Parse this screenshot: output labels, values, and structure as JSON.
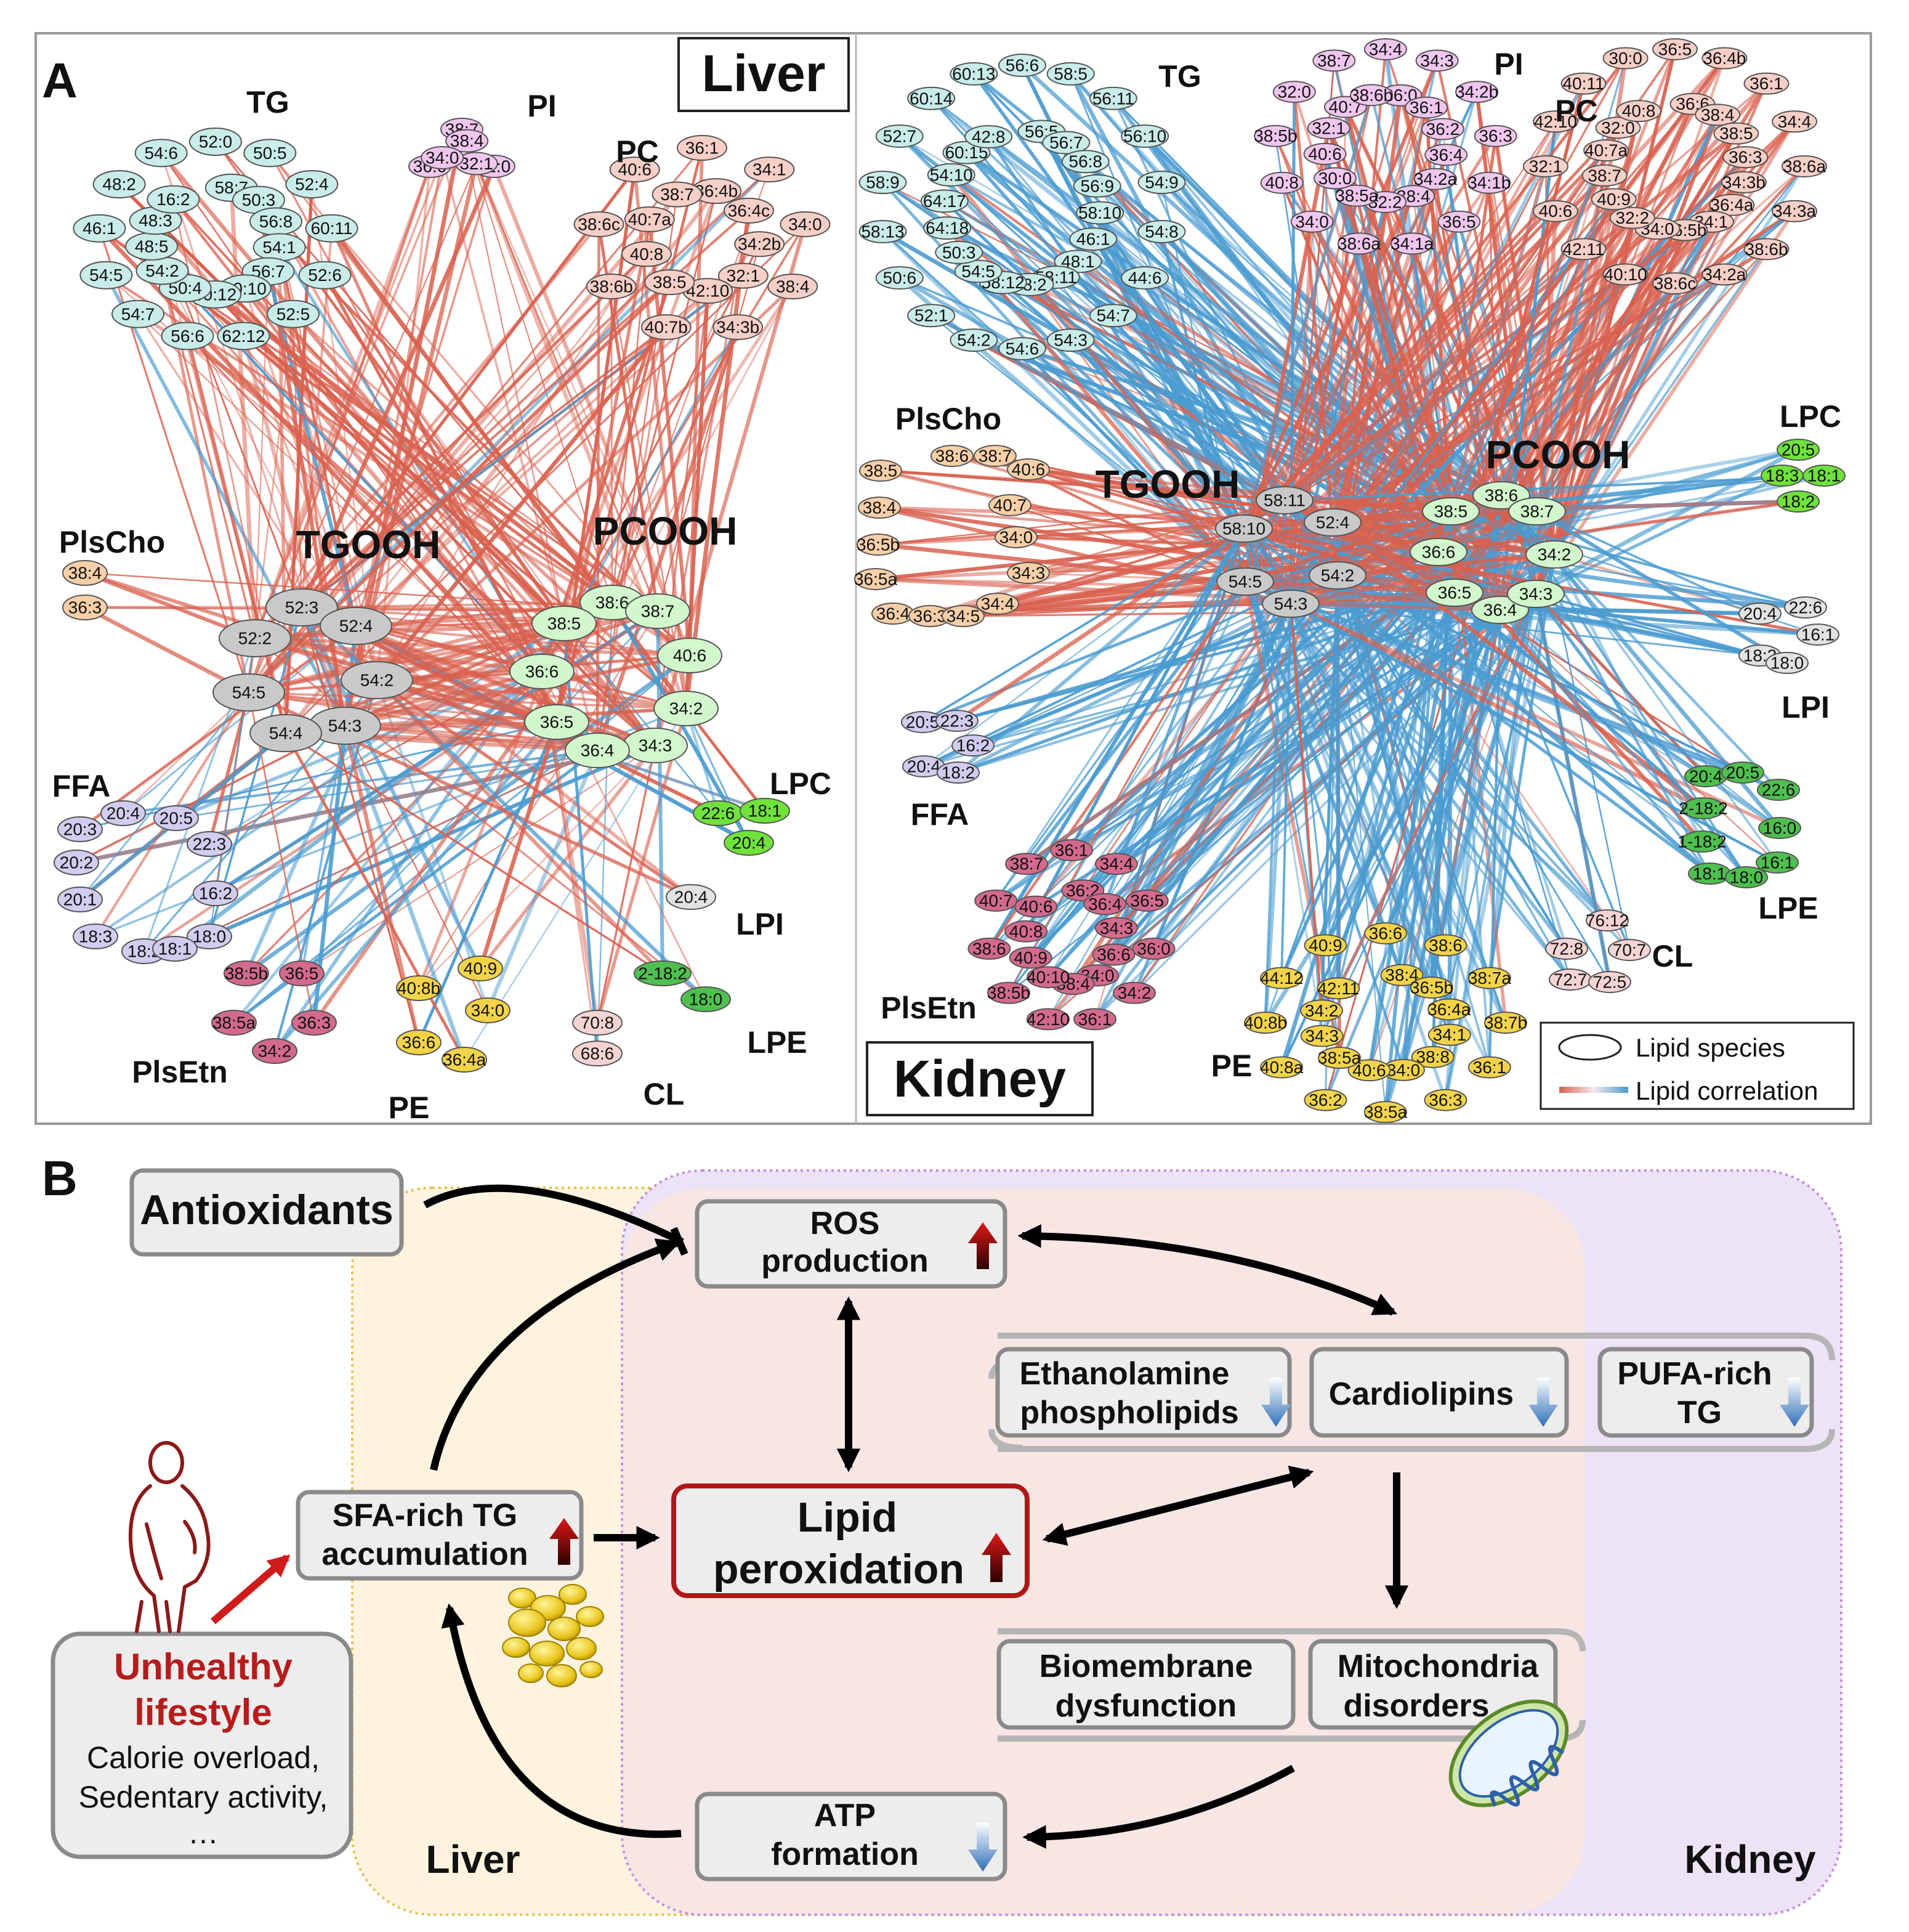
{
  "panel_a": {
    "letter": "A",
    "liver_title": "Liver",
    "kidney_title": "Kidney",
    "legend": {
      "species": "Lipid species",
      "correlation": "Lipid correlation"
    },
    "colors": {
      "positive_edge": "#d9614f",
      "negative_edge": "#4a9bd0"
    },
    "liver": {
      "groups": [
        {
          "label": "TG",
          "color": "#c9ece9",
          "nodes": [
            "52:0",
            "58:7",
            "50:5",
            "50:3",
            "52:4",
            "56:8",
            "60:11",
            "54:1",
            "52:6",
            "56:7",
            "52:5",
            "60:10",
            "62:12",
            "60:12",
            "56:6",
            "50:4",
            "54:7",
            "54:2",
            "54:5",
            "48:5",
            "46:1",
            "48:3",
            "48:2",
            "16:2",
            "54:6"
          ]
        },
        {
          "label": "PI",
          "color": "#f0c6ee",
          "nodes": [
            "38:7",
            "38:4",
            "32:0",
            "32:1",
            "36:0",
            "34:0"
          ]
        },
        {
          "label": "PC",
          "color": "#f6cfc7",
          "nodes": [
            "36:1",
            "36:4b",
            "34:1",
            "36:4c",
            "34:0",
            "34:2b",
            "38:4",
            "32:1",
            "34:3b",
            "42:10",
            "40:7b",
            "38:5",
            "38:6b",
            "40:8",
            "38:6c",
            "40:7a",
            "40:6",
            "38:7"
          ]
        },
        {
          "label": "PlsCho",
          "color": "#f8cfa8",
          "nodes": [
            "38:4",
            "36:3"
          ]
        },
        {
          "label": "FFA",
          "color": "#d2ccf0",
          "nodes": [
            "20:4",
            "20:3",
            "20:5",
            "20:2",
            "22:3",
            "16:2",
            "20:1",
            "18:0",
            "18:3",
            "18:2",
            "18:1"
          ]
        },
        {
          "label": "PlsEtn",
          "color": "#d36a8e",
          "nodes": [
            "38:5b",
            "36:5",
            "38:5a",
            "36:3",
            "34:2"
          ]
        },
        {
          "label": "PE",
          "color": "#f3d449",
          "nodes": [
            "40:9",
            "40:8b",
            "34:0",
            "36:6",
            "36:4a"
          ]
        },
        {
          "label": "CL",
          "color": "#f6d4d4",
          "nodes": [
            "70:8",
            "68:6"
          ]
        },
        {
          "label": "LPC",
          "color": "#6fe23b",
          "nodes": [
            "22:6",
            "18:1",
            "20:4"
          ]
        },
        {
          "label": "LPI",
          "color": "#e2e2e2",
          "nodes": [
            "20:4"
          ]
        },
        {
          "label": "LPE",
          "color": "#4fbf4f",
          "nodes": [
            "2-18:2",
            "18:0"
          ]
        }
      ],
      "tgooh": {
        "label": "TGOOH",
        "color": "#c9c9c9",
        "nodes": [
          "52:3",
          "52:4",
          "52:2",
          "54:2",
          "54:5",
          "54:3",
          "54:4"
        ]
      },
      "pcooh": {
        "label": "PCOOH",
        "color": "#d3f7cd",
        "nodes": [
          "38:6",
          "38:7",
          "38:5",
          "40:6",
          "36:6",
          "34:2",
          "36:5",
          "34:3",
          "36:4"
        ]
      }
    },
    "kidney": {
      "groups": [
        {
          "label": "TG",
          "color": "#c9ece9",
          "nodes": [
            "56:6",
            "56:5",
            "58:5",
            "56:7",
            "56:11",
            "56:8",
            "56:10",
            "56:9",
            "54:9",
            "58:10",
            "54:8",
            "46:1",
            "44:6",
            "48:1",
            "54:7",
            "58:11",
            "54:3",
            "48:2",
            "54:6",
            "58:12",
            "54:2",
            "54:5",
            "52:1",
            "50:3",
            "50:6",
            "64:18",
            "58:13",
            "64:17",
            "58:9",
            "54:10",
            "52:7",
            "60:15",
            "60:14",
            "42:8",
            "60:13"
          ]
        },
        {
          "label": "PI",
          "color": "#f0c6ee",
          "nodes": [
            "34:4",
            "36:0",
            "34:3",
            "36:1",
            "34:2b",
            "36:2",
            "36:3",
            "36:4",
            "34:1b",
            "34:2a",
            "36:5",
            "38:4",
            "34:1a",
            "32:2",
            "38:6a",
            "38:5a",
            "34:0",
            "30:0",
            "40:8",
            "40:6",
            "38:5b",
            "32:1",
            "32:0",
            "40:7",
            "38:7",
            "38:6b"
          ]
        },
        {
          "label": "PC",
          "color": "#f6cfc7",
          "nodes": [
            "36:5",
            "36:6",
            "36:4b",
            "38:4",
            "36:1",
            "38:5",
            "34:4",
            "36:3",
            "38:6a",
            "34:3b",
            "34:3a",
            "36:4a",
            "38:6b",
            "34:1",
            "34:2a",
            "36:5b",
            "38:6c",
            "34:0",
            "40:10",
            "32:2",
            "42:11",
            "40:9",
            "40:6",
            "38:7",
            "32:1",
            "40:7a",
            "42:10",
            "32:0",
            "40:11",
            "40:8",
            "30:0"
          ]
        },
        {
          "label": "PlsCho",
          "color": "#f8cfa8",
          "nodes": [
            "38:6",
            "38:7",
            "38:5",
            "40:6",
            "38:4",
            "40:7",
            "36:5b",
            "34:0",
            "36:5a",
            "34:3",
            "36:4",
            "34:4",
            "36:3",
            "34:5"
          ]
        },
        {
          "label": "FFA",
          "color": "#d2ccf0",
          "nodes": [
            "20:5",
            "22:3",
            "16:2",
            "20:4",
            "18:2"
          ]
        },
        {
          "label": "PlsEtn",
          "color": "#d36a8e",
          "nodes": [
            "36:1",
            "36:2",
            "34:4",
            "36:4",
            "36:5",
            "34:3",
            "36:0",
            "36:6",
            "34:2",
            "34:0",
            "36:1",
            "38:4",
            "42:10",
            "40:10",
            "38:5b",
            "40:9",
            "38:6",
            "40:8",
            "40:7",
            "40:6",
            "38:7"
          ]
        },
        {
          "label": "PE",
          "color": "#f3d449",
          "nodes": [
            "36:6",
            "38:4",
            "38:6",
            "36:5b",
            "38:7a",
            "36:4a",
            "38:7b",
            "34:1",
            "36:1",
            "38:8",
            "36:3",
            "34:0",
            "38:5a",
            "40:6",
            "36:2",
            "38:5a",
            "40:8a",
            "34:3",
            "40:8b",
            "34:2",
            "44:12",
            "42:11",
            "40:9"
          ]
        },
        {
          "label": "CL",
          "color": "#f6d4d4",
          "nodes": [
            "76:12",
            "72:8",
            "70:7",
            "72:7",
            "72:5"
          ]
        },
        {
          "label": "LPC",
          "color": "#6fe23b",
          "nodes": [
            "20:5",
            "18:3",
            "18:1",
            "18:2"
          ]
        },
        {
          "label": "LPI",
          "color": "#e2e2e2",
          "nodes": [
            "20:4",
            "22:6",
            "16:1",
            "18:2",
            "18:0"
          ]
        },
        {
          "label": "LPE",
          "color": "#4fbf4f",
          "nodes": [
            "20:4",
            "20:5",
            "22:6",
            "2-18:2",
            "16:0",
            "1-18:2",
            "16:1",
            "18:1",
            "18:0"
          ]
        }
      ],
      "tgooh": {
        "label": "TGOOH",
        "color": "#c9c9c9",
        "nodes": [
          "58:11",
          "58:10",
          "52:4",
          "54:5",
          "54:2",
          "54:3"
        ]
      },
      "pcooh": {
        "label": "PCOOH",
        "color": "#d3f7cd",
        "nodes": [
          "38:6",
          "38:5",
          "38:7",
          "36:6",
          "34:2",
          "36:5",
          "36:4",
          "34:3"
        ]
      }
    }
  },
  "panel_b": {
    "letter": "B",
    "antioxidants": "Antioxidants",
    "ros": [
      "ROS",
      "production"
    ],
    "lipid_peroxidation": [
      "Lipid",
      "peroxidation"
    ],
    "sfa": [
      "SFA-rich TG",
      "accumulation"
    ],
    "ethanolamine": [
      "Ethanolamine",
      "phospholipids"
    ],
    "cardiolipins": "Cardiolipins",
    "pufa": [
      "PUFA-rich",
      "TG"
    ],
    "biomembrane": [
      "Biomembrane",
      "dysfunction"
    ],
    "mitochondria": [
      "Mitochondria",
      "disorders"
    ],
    "atp": [
      "ATP",
      "formation"
    ],
    "unhealthy": [
      "Unhealthy",
      "lifestyle"
    ],
    "unhealthy_detail": [
      "Calorie overload,",
      "Sedentary activity,",
      "…"
    ],
    "liver_region": "Liver",
    "kidney_region": "Kidney",
    "colors": {
      "liver_region": "#fdf3df",
      "kidney_region": "#ece3f6",
      "overlap": "#f7e6e3",
      "up_arrow": "#c62828",
      "down_arrow": "#3f7fc0",
      "lipid_box_border": "#b01818"
    }
  }
}
